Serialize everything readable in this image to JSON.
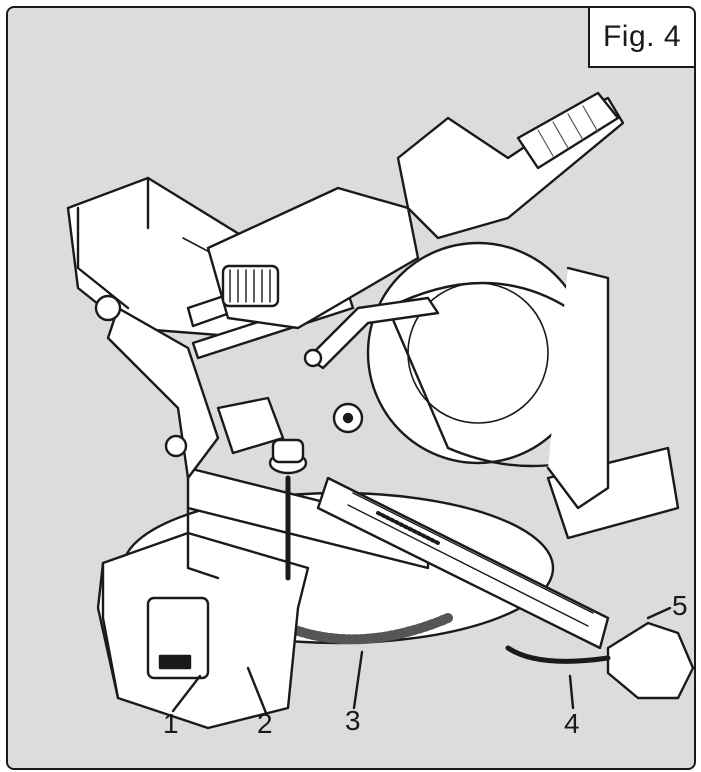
{
  "figure": {
    "label": "Fig. 4"
  },
  "callouts": [
    {
      "id": "1",
      "label": "1"
    },
    {
      "id": "2",
      "label": "2"
    },
    {
      "id": "3",
      "label": "3"
    },
    {
      "id": "4",
      "label": "4"
    },
    {
      "id": "5",
      "label": "5"
    }
  ],
  "colors": {
    "background": "#dcdcdc",
    "line": "#1a1a1a",
    "part_fill": "#ffffff",
    "shade": "#9a9a9a"
  }
}
